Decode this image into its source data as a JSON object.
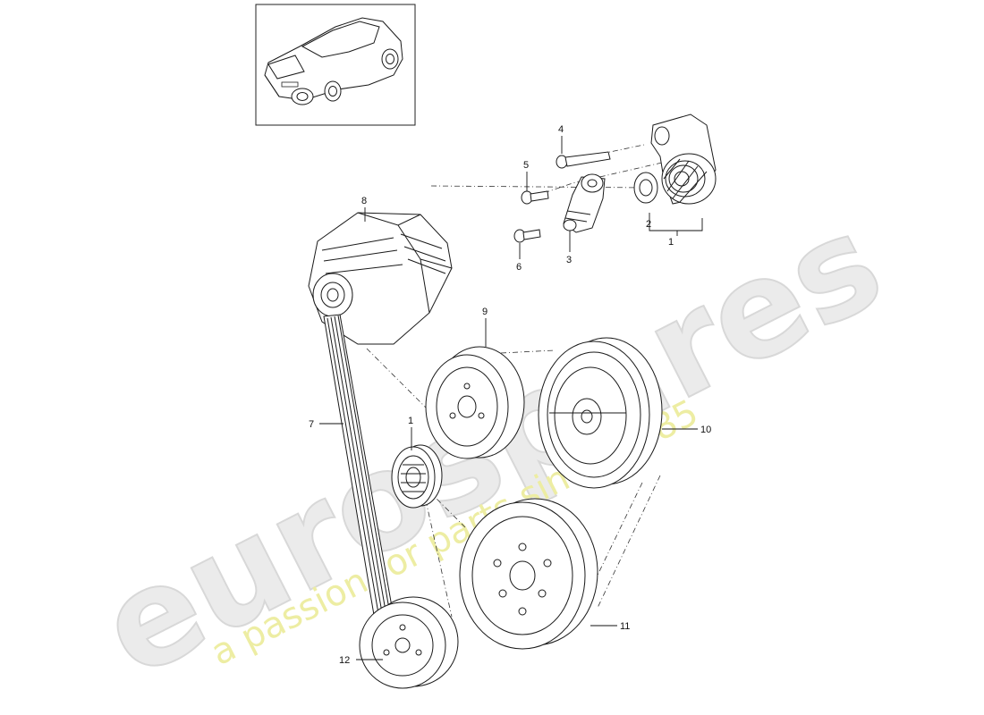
{
  "watermark": {
    "brand": "eurospares",
    "tagline": "a passion for parts since 1985"
  },
  "callouts": {
    "c1_top": "1",
    "c2": "2",
    "c3": "3",
    "c4": "4",
    "c5": "5",
    "c6": "6",
    "c7": "7",
    "c8": "8",
    "c9": "9",
    "c10": "10",
    "c1_mid": "1",
    "c11": "11",
    "c12": "12"
  },
  "colors": {
    "watermark_fill": "#e9e9e9",
    "tagline": "#ecec9a",
    "line": "#1a1a1a"
  },
  "icons": {
    "car_thumbnail": "car-thumbnail-icon"
  }
}
